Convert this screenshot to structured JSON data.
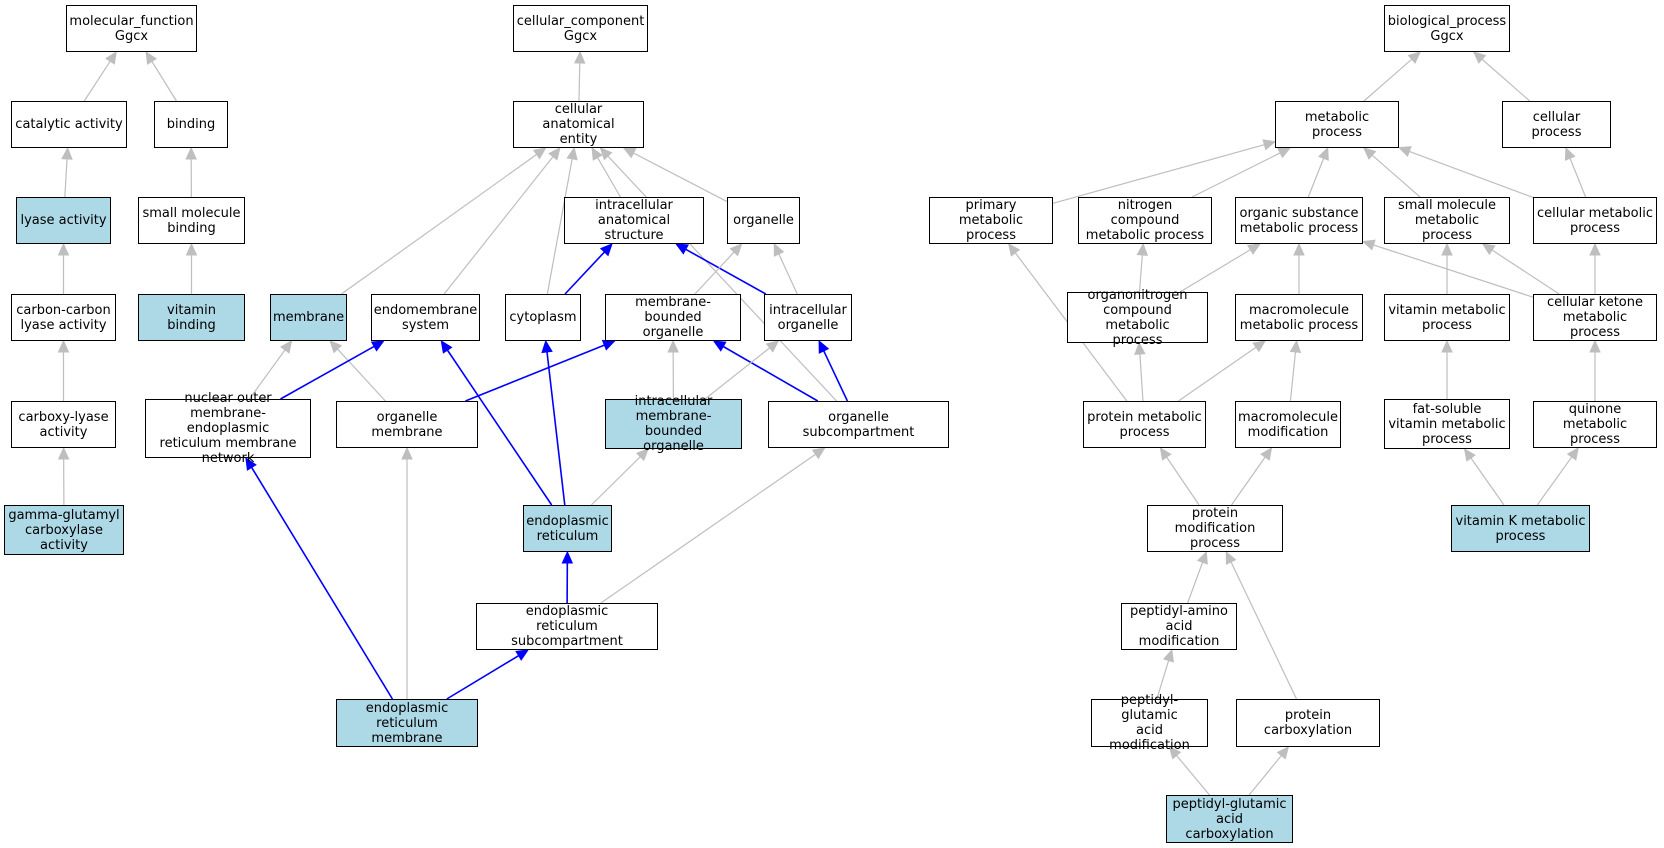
{
  "colors": {
    "highlight": "#add8e6",
    "edge_default": "#bebebe",
    "edge_highlight": "#0000ff"
  },
  "nodes": {
    "mf_root": {
      "label": "molecular_function\nGgcx",
      "highlighted": false
    },
    "catalytic": {
      "label": "catalytic activity",
      "highlighted": false
    },
    "binding": {
      "label": "binding",
      "highlighted": false
    },
    "lyase": {
      "label": "lyase activity",
      "highlighted": true
    },
    "smb": {
      "label": "small molecule\nbinding",
      "highlighted": false
    },
    "cclyase": {
      "label": "carbon-carbon\nlyase activity",
      "highlighted": false
    },
    "vitbind": {
      "label": "vitamin binding",
      "highlighted": true
    },
    "carboxylyase": {
      "label": "carboxy-lyase\nactivity",
      "highlighted": false
    },
    "ggc": {
      "label": "gamma-glutamyl\ncarboxylase\nactivity",
      "highlighted": true
    },
    "cc_root": {
      "label": "cellular_component\nGgcx",
      "highlighted": false
    },
    "cae": {
      "label": "cellular anatomical\nentity",
      "highlighted": false
    },
    "ias": {
      "label": "intracellular\nanatomical structure",
      "highlighted": false
    },
    "organelle": {
      "label": "organelle",
      "highlighted": false
    },
    "membrane": {
      "label": "membrane",
      "highlighted": true
    },
    "endomem": {
      "label": "endomembrane\nsystem",
      "highlighted": false
    },
    "cytoplasm": {
      "label": "cytoplasm",
      "highlighted": false
    },
    "mbo": {
      "label": "membrane-bounded\norganelle",
      "highlighted": false
    },
    "io": {
      "label": "intracellular\norganelle",
      "highlighted": false
    },
    "nomer": {
      "label": "nuclear outer\nmembrane-endoplasmic\nreticulum membrane\nnetwork",
      "highlighted": false
    },
    "orgmem": {
      "label": "organelle membrane",
      "highlighted": false
    },
    "imbo": {
      "label": "intracellular\nmembrane-bounded\norganelle",
      "highlighted": true
    },
    "osub": {
      "label": "organelle subcompartment",
      "highlighted": false
    },
    "er": {
      "label": "endoplasmic\nreticulum",
      "highlighted": true
    },
    "ersub": {
      "label": "endoplasmic\nreticulum subcompartment",
      "highlighted": false
    },
    "erm": {
      "label": "endoplasmic\nreticulum membrane",
      "highlighted": true
    },
    "bp_root": {
      "label": "biological_process\nGgcx",
      "highlighted": false
    },
    "metab": {
      "label": "metabolic process",
      "highlighted": false
    },
    "cellproc": {
      "label": "cellular process",
      "highlighted": false
    },
    "primary": {
      "label": "primary metabolic\nprocess",
      "highlighted": false
    },
    "nitrogen": {
      "label": "nitrogen compound\nmetabolic process",
      "highlighted": false
    },
    "organic": {
      "label": "organic substance\nmetabolic process",
      "highlighted": false
    },
    "smallmol": {
      "label": "small molecule\nmetabolic process",
      "highlighted": false
    },
    "cellmetab": {
      "label": "cellular metabolic\nprocess",
      "highlighted": false
    },
    "organonitro": {
      "label": "organonitrogen\ncompound metabolic\nprocess",
      "highlighted": false
    },
    "macromol": {
      "label": "macromolecule\nmetabolic process",
      "highlighted": false
    },
    "vitmetab": {
      "label": "vitamin metabolic\nprocess",
      "highlighted": false
    },
    "ketone": {
      "label": "cellular ketone\nmetabolic process",
      "highlighted": false
    },
    "protmetab": {
      "label": "protein metabolic\nprocess",
      "highlighted": false
    },
    "macromod": {
      "label": "macromolecule\nmodification",
      "highlighted": false
    },
    "fatsol": {
      "label": "fat-soluble\nvitamin metabolic\nprocess",
      "highlighted": false
    },
    "quinone": {
      "label": "quinone metabolic\nprocess",
      "highlighted": false
    },
    "protmod": {
      "label": "protein modification\nprocess",
      "highlighted": false
    },
    "vitk": {
      "label": "vitamin K metabolic\nprocess",
      "highlighted": true
    },
    "peptamino": {
      "label": "peptidyl-amino\nacid modification",
      "highlighted": false
    },
    "peptglumod": {
      "label": "peptidyl-glutamic\nacid modification",
      "highlighted": false
    },
    "protcarbox": {
      "label": "protein carboxylation",
      "highlighted": false
    },
    "peptglucarb": {
      "label": "peptidyl-glutamic\nacid carboxylation",
      "highlighted": true
    }
  },
  "edges": [
    {
      "from": "catalytic",
      "to": "mf_root",
      "highlight": false
    },
    {
      "from": "binding",
      "to": "mf_root",
      "highlight": false
    },
    {
      "from": "lyase",
      "to": "catalytic",
      "highlight": false
    },
    {
      "from": "smb",
      "to": "binding",
      "highlight": false
    },
    {
      "from": "cclyase",
      "to": "lyase",
      "highlight": false
    },
    {
      "from": "vitbind",
      "to": "smb",
      "highlight": false
    },
    {
      "from": "carboxylyase",
      "to": "cclyase",
      "highlight": false
    },
    {
      "from": "ggc",
      "to": "carboxylyase",
      "highlight": false
    },
    {
      "from": "cae",
      "to": "cc_root",
      "highlight": false
    },
    {
      "from": "ias",
      "to": "cae",
      "highlight": false
    },
    {
      "from": "organelle",
      "to": "cae",
      "highlight": false
    },
    {
      "from": "membrane",
      "to": "cae",
      "highlight": false
    },
    {
      "from": "endomem",
      "to": "cae",
      "highlight": false
    },
    {
      "from": "cytoplasm",
      "to": "cae",
      "highlight": false
    },
    {
      "from": "osub",
      "to": "cae",
      "highlight": false
    },
    {
      "from": "cytoplasm",
      "to": "ias",
      "highlight": true
    },
    {
      "from": "io",
      "to": "ias",
      "highlight": true
    },
    {
      "from": "mbo",
      "to": "organelle",
      "highlight": false
    },
    {
      "from": "io",
      "to": "organelle",
      "highlight": false
    },
    {
      "from": "nomer",
      "to": "membrane",
      "highlight": false
    },
    {
      "from": "orgmem",
      "to": "membrane",
      "highlight": false
    },
    {
      "from": "nomer",
      "to": "endomem",
      "highlight": true
    },
    {
      "from": "er",
      "to": "endomem",
      "highlight": true
    },
    {
      "from": "er",
      "to": "cytoplasm",
      "highlight": true
    },
    {
      "from": "orgmem",
      "to": "mbo",
      "highlight": true
    },
    {
      "from": "imbo",
      "to": "mbo",
      "highlight": false
    },
    {
      "from": "osub",
      "to": "mbo",
      "highlight": true
    },
    {
      "from": "imbo",
      "to": "io",
      "highlight": false
    },
    {
      "from": "osub",
      "to": "io",
      "highlight": true
    },
    {
      "from": "er",
      "to": "imbo",
      "highlight": false
    },
    {
      "from": "ersub",
      "to": "er",
      "highlight": true
    },
    {
      "from": "ersub",
      "to": "osub",
      "highlight": false
    },
    {
      "from": "erm",
      "to": "nomer",
      "highlight": true
    },
    {
      "from": "erm",
      "to": "orgmem",
      "highlight": false
    },
    {
      "from": "erm",
      "to": "ersub",
      "highlight": true
    },
    {
      "from": "metab",
      "to": "bp_root",
      "highlight": false
    },
    {
      "from": "cellproc",
      "to": "bp_root",
      "highlight": false
    },
    {
      "from": "primary",
      "to": "metab",
      "highlight": false
    },
    {
      "from": "nitrogen",
      "to": "metab",
      "highlight": false
    },
    {
      "from": "organic",
      "to": "metab",
      "highlight": false
    },
    {
      "from": "smallmol",
      "to": "metab",
      "highlight": false
    },
    {
      "from": "cellmetab",
      "to": "metab",
      "highlight": false
    },
    {
      "from": "cellmetab",
      "to": "cellproc",
      "highlight": false
    },
    {
      "from": "organonitro",
      "to": "nitrogen",
      "highlight": false
    },
    {
      "from": "organonitro",
      "to": "organic",
      "highlight": false
    },
    {
      "from": "macromol",
      "to": "organic",
      "highlight": false
    },
    {
      "from": "ketone",
      "to": "organic",
      "highlight": false
    },
    {
      "from": "vitmetab",
      "to": "smallmol",
      "highlight": false
    },
    {
      "from": "ketone",
      "to": "smallmol",
      "highlight": false
    },
    {
      "from": "ketone",
      "to": "cellmetab",
      "highlight": false
    },
    {
      "from": "protmetab",
      "to": "primary",
      "highlight": false
    },
    {
      "from": "protmetab",
      "to": "organonitro",
      "highlight": false
    },
    {
      "from": "protmetab",
      "to": "macromol",
      "highlight": false
    },
    {
      "from": "macromod",
      "to": "macromol",
      "highlight": false
    },
    {
      "from": "fatsol",
      "to": "vitmetab",
      "highlight": false
    },
    {
      "from": "quinone",
      "to": "ketone",
      "highlight": false
    },
    {
      "from": "protmod",
      "to": "protmetab",
      "highlight": false
    },
    {
      "from": "protmod",
      "to": "macromod",
      "highlight": false
    },
    {
      "from": "vitk",
      "to": "fatsol",
      "highlight": false
    },
    {
      "from": "vitk",
      "to": "quinone",
      "highlight": false
    },
    {
      "from": "peptamino",
      "to": "protmod",
      "highlight": false
    },
    {
      "from": "protcarbox",
      "to": "protmod",
      "highlight": false
    },
    {
      "from": "peptglumod",
      "to": "peptamino",
      "highlight": false
    },
    {
      "from": "peptglucarb",
      "to": "peptglumod",
      "highlight": false
    },
    {
      "from": "peptglucarb",
      "to": "protcarbox",
      "highlight": false
    }
  ]
}
